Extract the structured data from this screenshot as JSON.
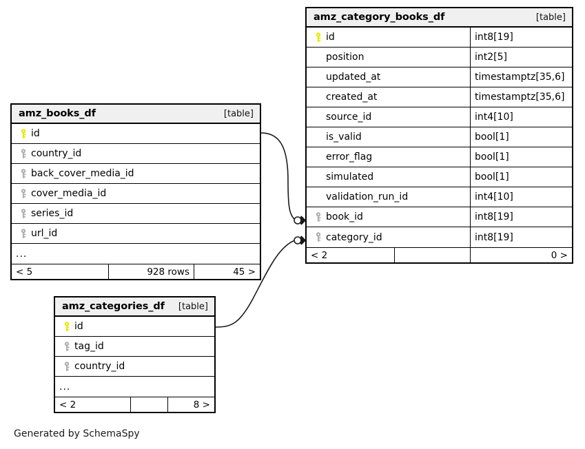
{
  "diagram": {
    "caption": "Generated by SchemaSpy",
    "table_tag": "[table]",
    "ellipsis": "...",
    "icons": {
      "primary_key": "key-icon",
      "foreign_key": "key-icon"
    },
    "colors": {
      "primary_key": "#e8e800",
      "foreign_key": "#b0b0b0",
      "header_background": "#f0f0f0",
      "border": "#000000",
      "background": "#ffffff"
    }
  },
  "tables": [
    {
      "id": "amz_category_books_df",
      "name": "amz_category_books_df",
      "tag": "[table]",
      "has_type_column": true,
      "columns": [
        {
          "name": "id",
          "type": "int8[19]",
          "key": "primary"
        },
        {
          "name": "position",
          "type": "int2[5]",
          "key": "none"
        },
        {
          "name": "updated_at",
          "type": "timestamptz[35,6]",
          "key": "none"
        },
        {
          "name": "created_at",
          "type": "timestamptz[35,6]",
          "key": "none"
        },
        {
          "name": "source_id",
          "type": "int4[10]",
          "key": "none"
        },
        {
          "name": "is_valid",
          "type": "bool[1]",
          "key": "none"
        },
        {
          "name": "error_flag",
          "type": "bool[1]",
          "key": "none"
        },
        {
          "name": "simulated",
          "type": "bool[1]",
          "key": "none"
        },
        {
          "name": "validation_run_id",
          "type": "int4[10]",
          "key": "none"
        },
        {
          "name": "book_id",
          "type": "int8[19]",
          "key": "foreign"
        },
        {
          "name": "category_id",
          "type": "int8[19]",
          "key": "foreign"
        }
      ],
      "show_ellipsis": false,
      "footer": {
        "left": "< 2",
        "middle": "",
        "right": "0 >"
      }
    },
    {
      "id": "amz_books_df",
      "name": "amz_books_df",
      "tag": "[table]",
      "has_type_column": false,
      "columns": [
        {
          "name": "id",
          "type": "",
          "key": "primary"
        },
        {
          "name": "country_id",
          "type": "",
          "key": "foreign"
        },
        {
          "name": "back_cover_media_id",
          "type": "",
          "key": "foreign"
        },
        {
          "name": "cover_media_id",
          "type": "",
          "key": "foreign"
        },
        {
          "name": "series_id",
          "type": "",
          "key": "foreign"
        },
        {
          "name": "url_id",
          "type": "",
          "key": "foreign"
        }
      ],
      "show_ellipsis": true,
      "footer": {
        "left": "< 5",
        "middle": "928 rows",
        "right": "45 >"
      }
    },
    {
      "id": "amz_categories_df",
      "name": "amz_categories_df",
      "tag": "[table]",
      "has_type_column": false,
      "columns": [
        {
          "name": "id",
          "type": "",
          "key": "primary"
        },
        {
          "name": "tag_id",
          "type": "",
          "key": "foreign"
        },
        {
          "name": "country_id",
          "type": "",
          "key": "foreign"
        }
      ],
      "show_ellipsis": true,
      "footer": {
        "left": "< 2",
        "middle": "",
        "right": "8 >"
      }
    }
  ],
  "relationships": [
    {
      "name": "amz_books_df.id -> amz_category_books_df.book_id",
      "from_table": "amz_books_df",
      "from_column": "id",
      "to_table": "amz_category_books_df",
      "to_column": "book_id"
    },
    {
      "name": "amz_categories_df.id -> amz_category_books_df.category_id",
      "from_table": "amz_categories_df",
      "from_column": "id",
      "to_table": "amz_category_books_df",
      "to_column": "category_id"
    }
  ]
}
